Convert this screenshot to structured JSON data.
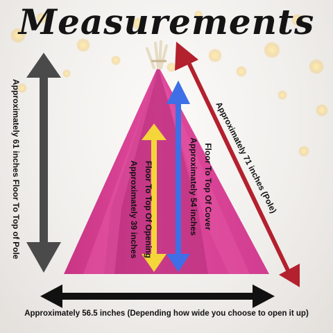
{
  "title": "Measurements",
  "labels": {
    "pole_height": "Approximately 61 inches Floor To Top of Pole",
    "pole_length": "Approximately 71 inches (Pole)",
    "cover_line1": "Floor To Top Of Cover",
    "cover_line2": "Approximately 54 inches",
    "opening_line1": "Floor To Top Of Opening",
    "opening_line2": "Approximately 39 inches",
    "width": "Approximately 56.5 inches (Depending how wide you choose to open it up)"
  },
  "colors": {
    "tent": "#e0499c",
    "height_arrow": "#4a4a4a",
    "pole_arrow": "#b3202e",
    "cover_arrow": "#3e6fe6",
    "opening_arrow": "#f4d53a",
    "width_arrow": "#111111"
  }
}
